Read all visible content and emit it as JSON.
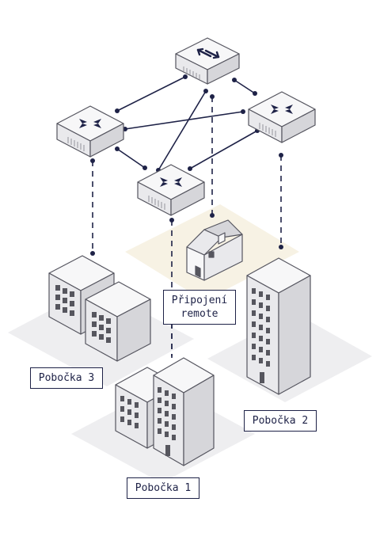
{
  "labels": {
    "remote": "Připojení\nremote",
    "branch3": "Pobočka 3",
    "branch2": "Pobočka 2",
    "branch1": "Pobočka 1"
  },
  "colors": {
    "ink": "#1e2247",
    "outline": "#55555f",
    "face_light": "#f7f7f8",
    "face_mid": "#e9e9ec",
    "face_dark": "#d6d6da",
    "ground": "#eeeef0",
    "remote_ground": "#f7f2e4",
    "window": "#56565e"
  },
  "icons": {
    "top_device": "bidirectional-arrows-icon",
    "routers": "router-arrows-icon"
  }
}
